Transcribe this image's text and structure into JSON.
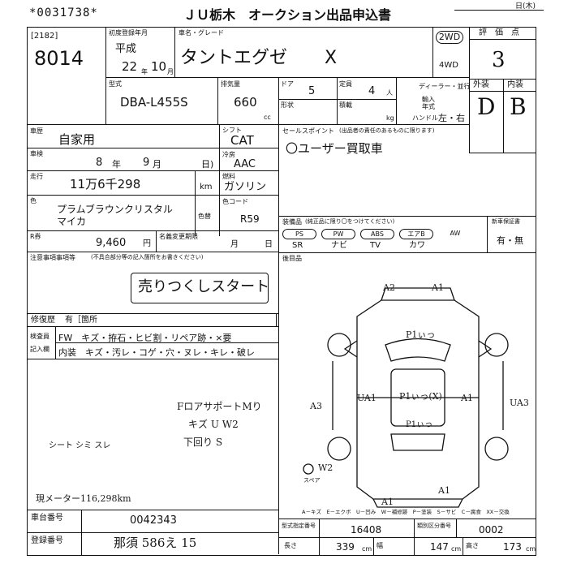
{
  "header": {
    "serial": "*0031738*",
    "title": "ＪＵ栃木　オークション出品申込書",
    "date_suffix": "日(木)"
  },
  "lot": {
    "code": "[2182]",
    "number": "8014"
  },
  "registration": {
    "label": "初度登録年月",
    "era": "平成",
    "year": "22",
    "month": "10",
    "year_unit": "年",
    "month_unit": "月"
  },
  "car_name": {
    "label": "車名・グレード",
    "name": "タントエグゼ",
    "grade": "X"
  },
  "drive": {
    "two_wd": "2WD",
    "four_wd": "4WD"
  },
  "evaluation": {
    "label": "評　価　点",
    "score": "3",
    "exterior_label": "外装",
    "interior_label": "内装",
    "exterior": "D",
    "interior": "B"
  },
  "model": {
    "label": "型式",
    "code": "DBA-L455S",
    "displacement_label": "排気量",
    "displacement": "660",
    "cc": "cc",
    "door_label": "ドア",
    "doors": "5",
    "capacity_label": "定員",
    "capacity": "4",
    "person_unit": "人",
    "shape_label": "形状",
    "load_label": "積載",
    "kg": "kg",
    "dealer_label": "ディーラー・並行",
    "import_label": "輸入\n年式",
    "handle_label": "ハンドル",
    "handle": "左・右"
  },
  "usage": {
    "label": "車歴",
    "value": "自家用"
  },
  "shift": {
    "label": "シフト",
    "value": "CAT"
  },
  "inspection": {
    "label": "車検",
    "year": "8",
    "month": "9",
    "year_unit": "年",
    "month_unit": "月",
    "day_unit": "日)"
  },
  "aircon": {
    "label": "冷房",
    "value": "AAC"
  },
  "mileage": {
    "label": "走行",
    "value": "11万6千298",
    "unit": "km"
  },
  "fuel": {
    "label": "燃料",
    "value": "ガソリン"
  },
  "color": {
    "label": "色",
    "line1": "プラムブラウンクリスタル",
    "line2": "マイカ",
    "change_label": "色替",
    "code_label": "色コード",
    "code": "R59"
  },
  "recycle": {
    "label": "R券",
    "value": "9,460",
    "unit": "円",
    "deadline_label": "名義変更期限",
    "month": "月",
    "day": "日"
  },
  "notes": {
    "label": "注意事項事項等",
    "hint": "(不具合部分等の記入箇所をお書きください)",
    "stamp": "売りつくしスタート",
    "repair_label": "修復歴",
    "repair": "有［箇所"
  },
  "check_items": {
    "label1": "検査員",
    "label2": "記入欄",
    "line1": "FW　キズ・拵石・ヒビ割・リペア跡・×要",
    "line2": "内装　キズ・汚レ・コゲ・穴・ヌレ・キレ・破レ"
  },
  "sales_point": {
    "label": "セールスポイント",
    "hint": "(出品者の責任のあるものに限ります)",
    "value": "〇ユーザー買取車"
  },
  "equipment": {
    "label": "装備品",
    "hint": "(純正品に限り〇をつけてください)",
    "items_top": [
      "PS",
      "PW",
      "ABS",
      "エアB",
      "AW"
    ],
    "items_bottom": [
      "SR",
      "ナビ",
      "TV",
      "カワ"
    ],
    "manual_label": "新車保証書",
    "manual": "有・無"
  },
  "body_label": "後目品",
  "diagram": {
    "marks": [
      "A2",
      "A1",
      "P1ぃっ",
      "UA1",
      "P1ぃっ(X)",
      "A1",
      "UA3",
      "P1ぃっ",
      "A3",
      "A1",
      "A1",
      "W2",
      "スペア"
    ],
    "legend": "A－キズ　E－エクボ　U－凹み　W－補修跡　P－塗装　S－サビ　C－腐食　XX－交換"
  },
  "handwritten": {
    "note1": "FロアサポートMり",
    "note2": "キズ U W2",
    "note3": "下回り S",
    "side_note": "シート シミ スレ",
    "meter_note": "現メーター116,298km"
  },
  "footer": {
    "chassis_label": "車台番号",
    "chassis": "0042343",
    "plate_label": "登録番号",
    "plate": "那須 586え 15",
    "model_no_label": "型式指定番号",
    "model_no": "16408",
    "class_label": "類別区分番号",
    "class_no": "0002",
    "length_label": "長さ",
    "length": "339",
    "width_label": "幅",
    "width": "147",
    "height_label": "高さ",
    "height": "173",
    "cm": "cm"
  }
}
